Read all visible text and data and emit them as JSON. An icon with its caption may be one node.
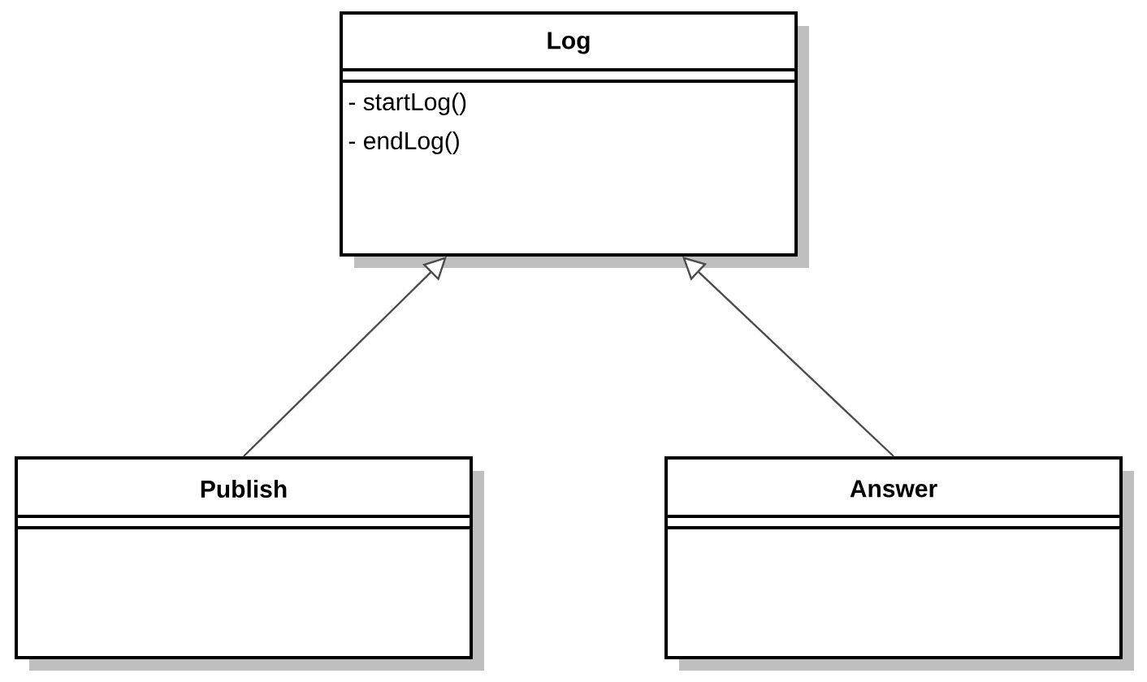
{
  "diagram": {
    "nodes": [
      {
        "text": [
          "Log",
          "- startLog()",
          "- endLog()"
        ]
      },
      {
        "text": [
          "Publish"
        ]
      },
      {
        "text": [
          "Answer"
        ]
      }
    ],
    "edges": [
      {
        "from": 1,
        "to": 0,
        "arrow": "to"
      },
      {
        "from": 2,
        "to": 0,
        "arrow": "to"
      }
    ]
  }
}
